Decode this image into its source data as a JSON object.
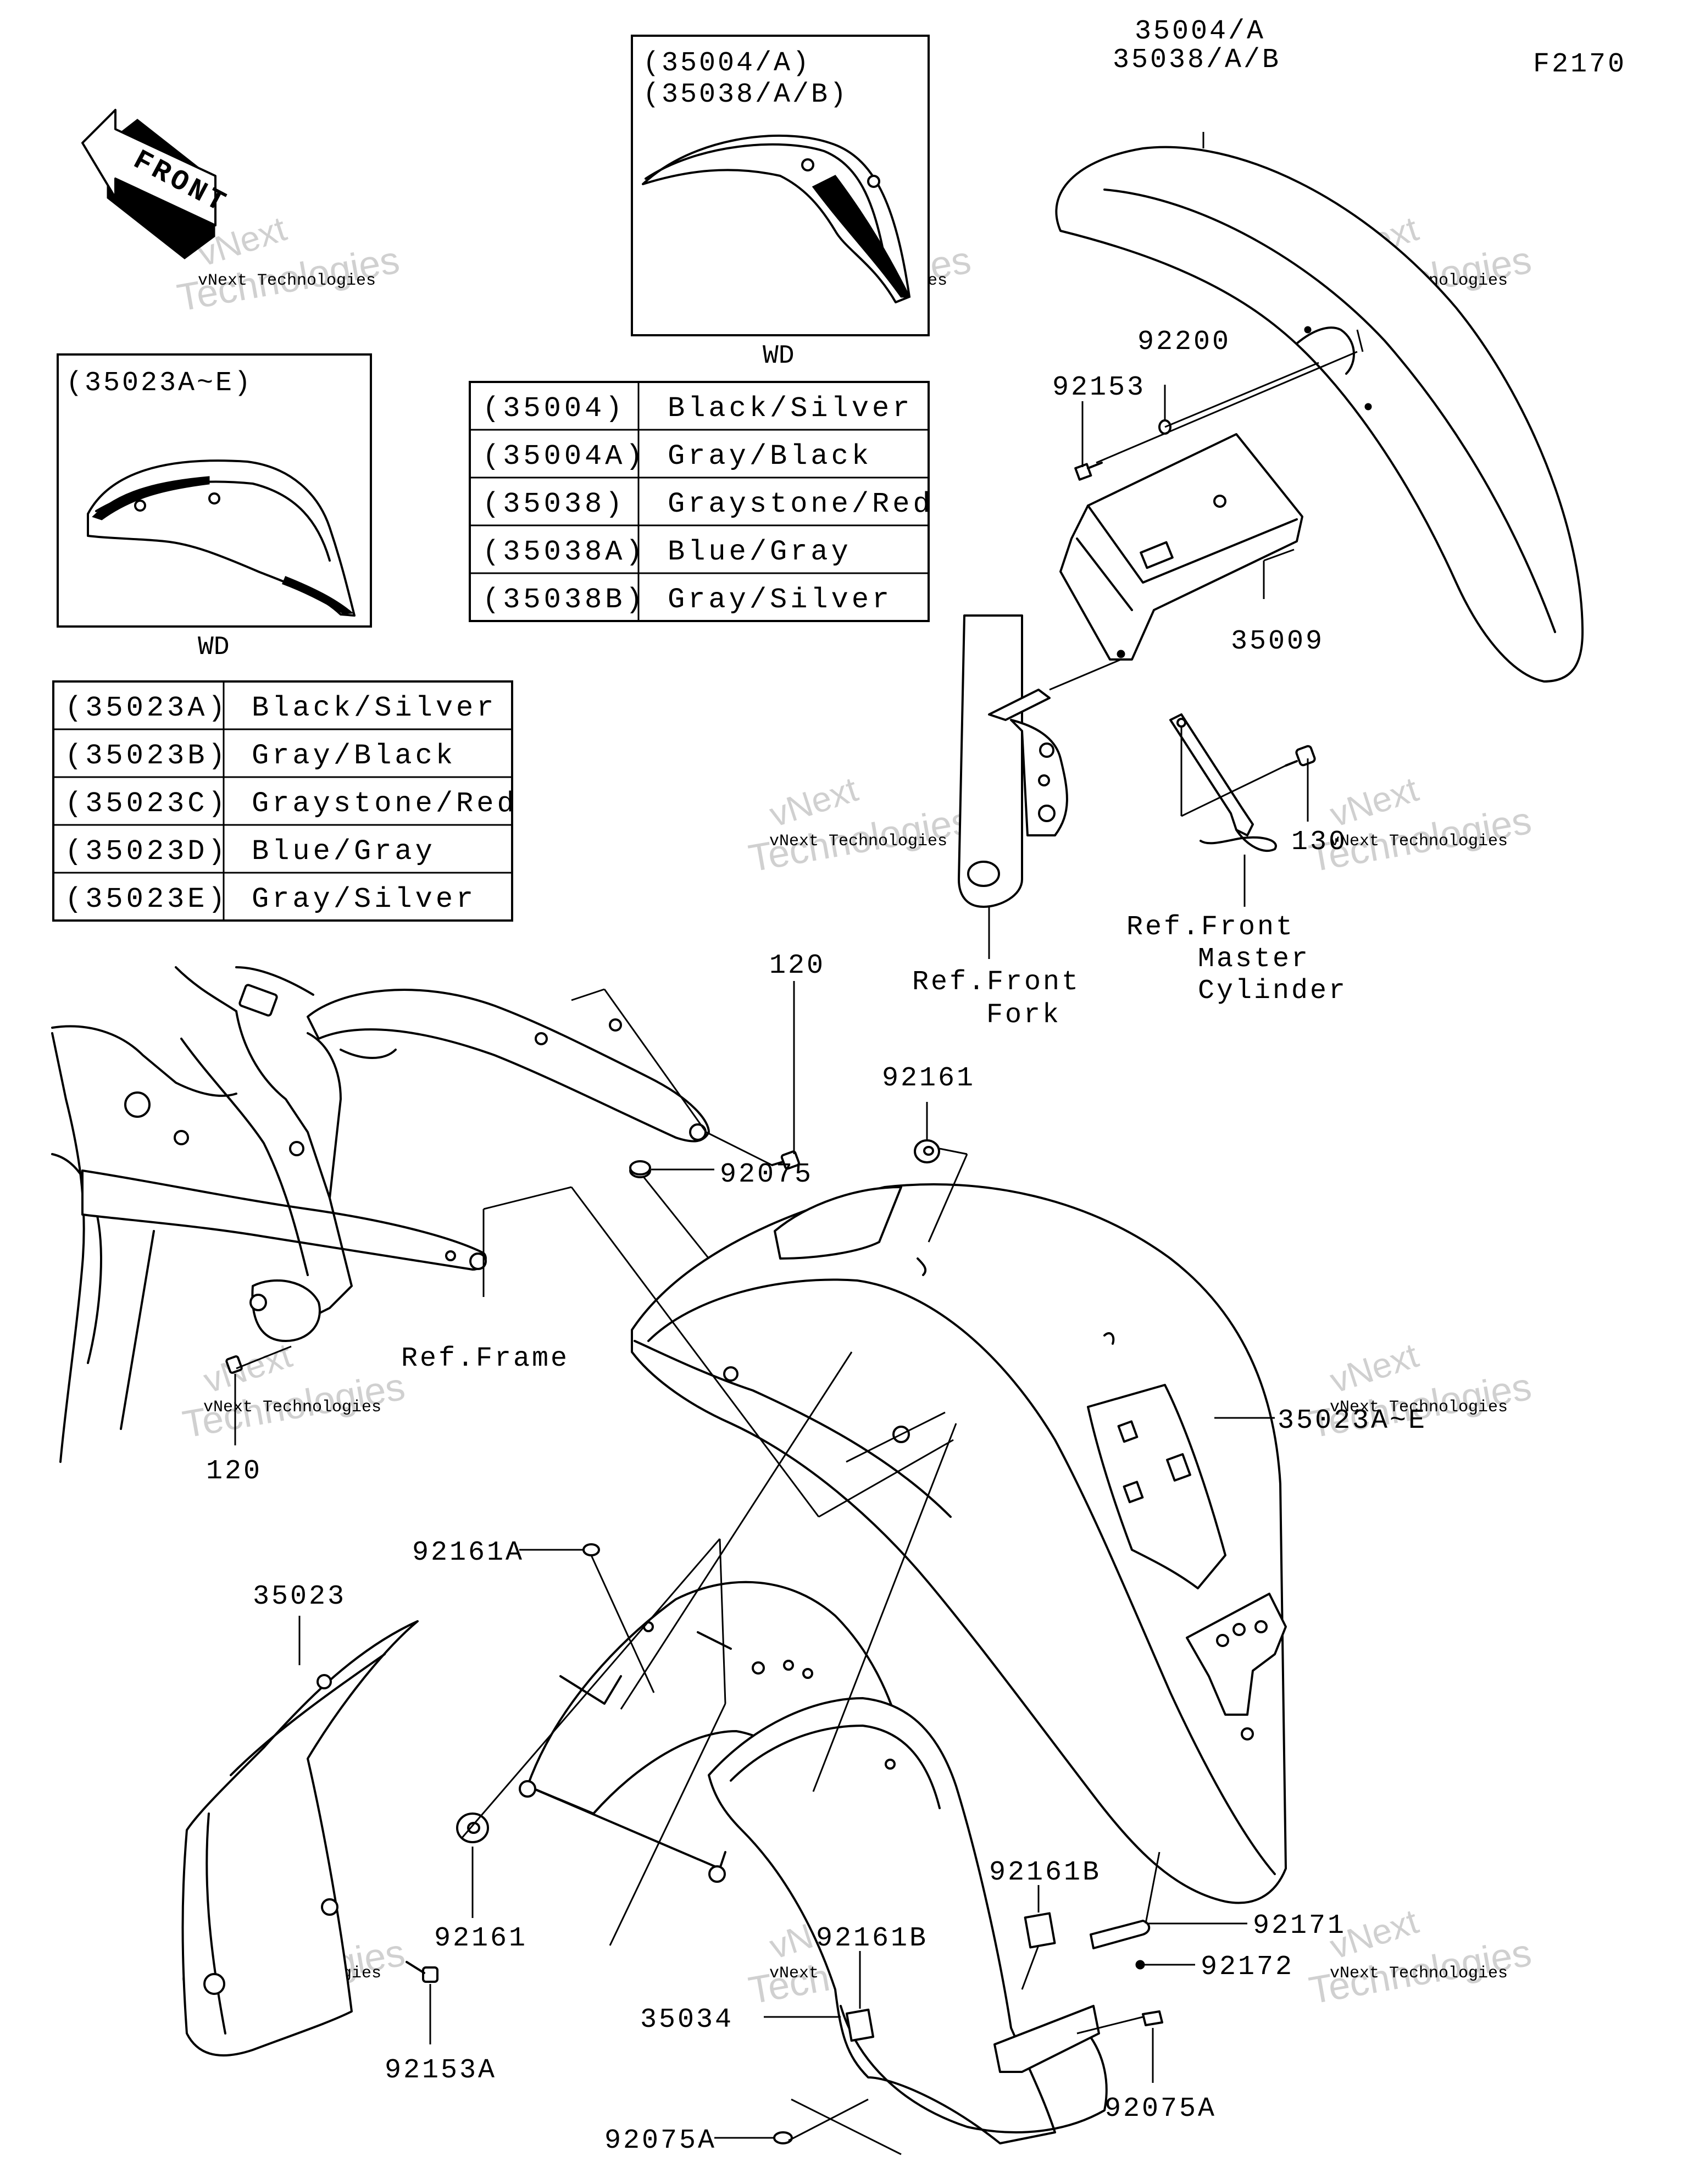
{
  "figure_code": "F2170",
  "front_arrow_label": "FRONT",
  "watermark": {
    "small": "vNext Technologies",
    "big": "Technologies",
    "top": "vNext"
  },
  "insets": [
    {
      "header_lines": [
        "(35004/A)",
        "(35038/A/B)"
      ],
      "caption": "WD"
    },
    {
      "header_lines": [
        "(35023A~E)"
      ],
      "caption": "WD"
    }
  ],
  "tables": [
    {
      "rows": [
        {
          "code": "(35004)",
          "color": "Black/Silver"
        },
        {
          "code": "(35004A)",
          "color": "Gray/Black"
        },
        {
          "code": "(35038)",
          "color": "Graystone/Red"
        },
        {
          "code": "(35038A)",
          "color": "Blue/Gray"
        },
        {
          "code": "(35038B)",
          "color": "Gray/Silver"
        }
      ]
    },
    {
      "rows": [
        {
          "code": "(35023A)",
          "color": "Black/Silver"
        },
        {
          "code": "(35023B)",
          "color": "Gray/Black"
        },
        {
          "code": "(35023C)",
          "color": "Graystone/Red"
        },
        {
          "code": "(35023D)",
          "color": "Blue/Gray"
        },
        {
          "code": "(35023E)",
          "color": "Gray/Silver"
        }
      ]
    }
  ],
  "callouts": {
    "front_fender_top_1": "35004/A",
    "front_fender_top_2": "35038/A/B",
    "p92200": "92200",
    "p92153": "92153",
    "p35009": "35009",
    "p130": "130",
    "ref_front_fork_1": "Ref.Front",
    "ref_front_fork_2": "Fork",
    "ref_master_1": "Ref.Front",
    "ref_master_2": "Master",
    "ref_master_3": "Cylinder",
    "p120_top": "120",
    "p120_bottom": "120",
    "p92161_top": "92161",
    "p92075": "92075",
    "ref_frame": "Ref.Frame",
    "p35023AE": "35023A~E",
    "p92161A": "92161A",
    "p35023": "35023",
    "p92161_bottom": "92161",
    "p92153A": "92153A",
    "p92161B_right": "92161B",
    "p92161B_mid": "92161B",
    "p92171": "92171",
    "p92172": "92172",
    "p35034": "35034",
    "p92075A_left": "92075A",
    "p92075A_right": "92075A"
  }
}
